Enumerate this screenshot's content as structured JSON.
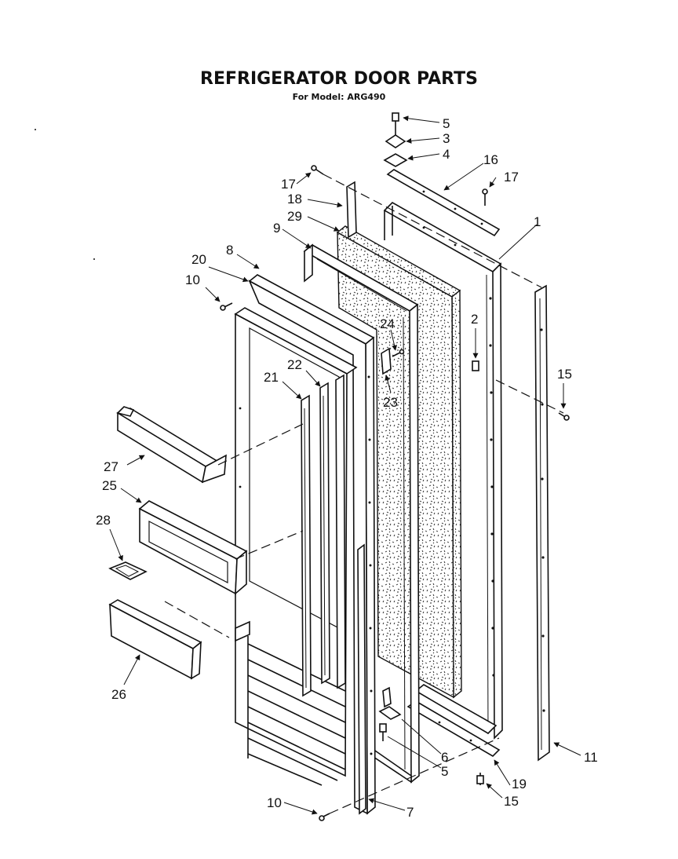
{
  "title": "REFRIGERATOR DOOR PARTS",
  "subtitle": "For Model: ARG490",
  "callouts": {
    "c5_top": "5",
    "c3": "3",
    "c4": "4",
    "c16": "16",
    "c17_right": "17",
    "c17_left": "17",
    "c18": "18",
    "c29": "29",
    "c9": "9",
    "c1": "1",
    "c8": "8",
    "c20": "20",
    "c10_top": "10",
    "c24": "24",
    "c2": "2",
    "c15_right": "15",
    "c22": "22",
    "c21": "21",
    "c23": "23",
    "c27": "27",
    "c25": "25",
    "c28": "28",
    "c26": "26",
    "c6": "6",
    "c5_bottom": "5",
    "c11": "11",
    "c19": "19",
    "c15_bottom": "15",
    "c10_bottom": "10",
    "c7": "7"
  }
}
